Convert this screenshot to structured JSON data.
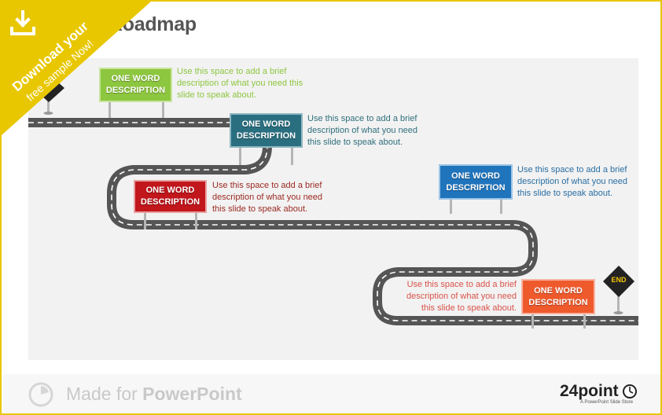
{
  "slide": {
    "title": "Roadmap"
  },
  "steps": [
    {
      "sign": [
        "ONE WORD",
        "DESCRIPTION"
      ],
      "description": [
        "Use this space to add a brief",
        "description of what you need this",
        "slide to speak about."
      ],
      "color": "#8dc63f",
      "text_color": "#8dc63f"
    },
    {
      "sign": [
        "ONE WORD",
        "DESCRIPTION"
      ],
      "description": [
        "Use this space to add a brief",
        "description of what you need",
        "this slide to speak about."
      ],
      "color": "#2a6f80",
      "text_color": "#2f6f7c"
    },
    {
      "sign": [
        "ONE WORD",
        "DESCRIPTION"
      ],
      "description": [
        "Use this space to add a brief",
        "description of what you need",
        "this slide to speak about."
      ],
      "color": "#c0161c",
      "text_color": "#9b2a22"
    },
    {
      "sign": [
        "ONE WORD",
        "DESCRIPTION"
      ],
      "description": [
        "Use this space to add a brief",
        "description of what you need",
        "this slide to speak about."
      ],
      "color": "#1f74bc",
      "text_color": "#2a6fa3"
    },
    {
      "sign": [
        "ONE WORD",
        "DESCRIPTION"
      ],
      "description": [
        "Use this space to add a brief",
        "description of what you need",
        "this slide to speak about."
      ],
      "color": "#ef5a2d",
      "text_color": "#d9534a"
    }
  ],
  "end_sign": {
    "label": "END",
    "color": "#f5c400"
  },
  "ribbon": {
    "line1": "Download your",
    "line2": "free sample Now!",
    "color": "#e8c700",
    "icon": "download-icon"
  },
  "footer": {
    "made_prefix": "Made for ",
    "made_brand": "PowerPoint",
    "icon": "clock-icon"
  },
  "brand": {
    "name": "24point",
    "tagline": "A PowerPoint Slide Store",
    "icon": "clock-icon"
  },
  "road": {
    "surface": "#555555",
    "dash": "#ffffff"
  }
}
